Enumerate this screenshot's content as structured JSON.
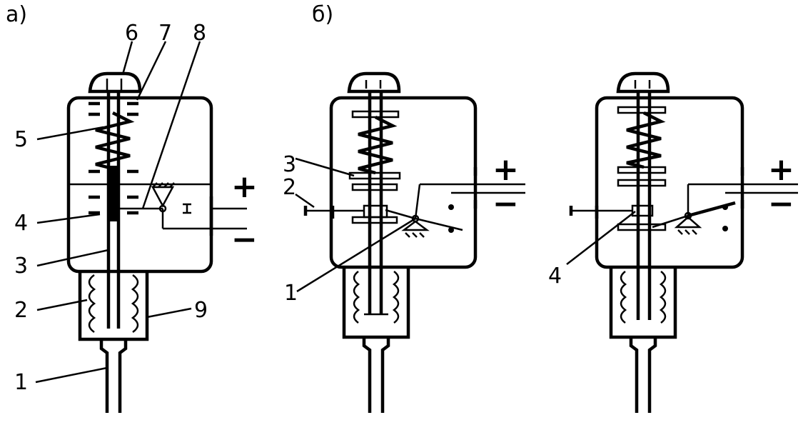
{
  "panels": {
    "a": {
      "title": "а)",
      "labels": [
        "1",
        "2",
        "3",
        "4",
        "5",
        "6",
        "7",
        "8",
        "9"
      ],
      "plus": "+",
      "minus": "−"
    },
    "b": {
      "title": "б)",
      "left_labels": [
        "1",
        "2",
        "3"
      ],
      "right_labels": [
        "4"
      ],
      "plus": "+",
      "minus": "−"
    }
  }
}
